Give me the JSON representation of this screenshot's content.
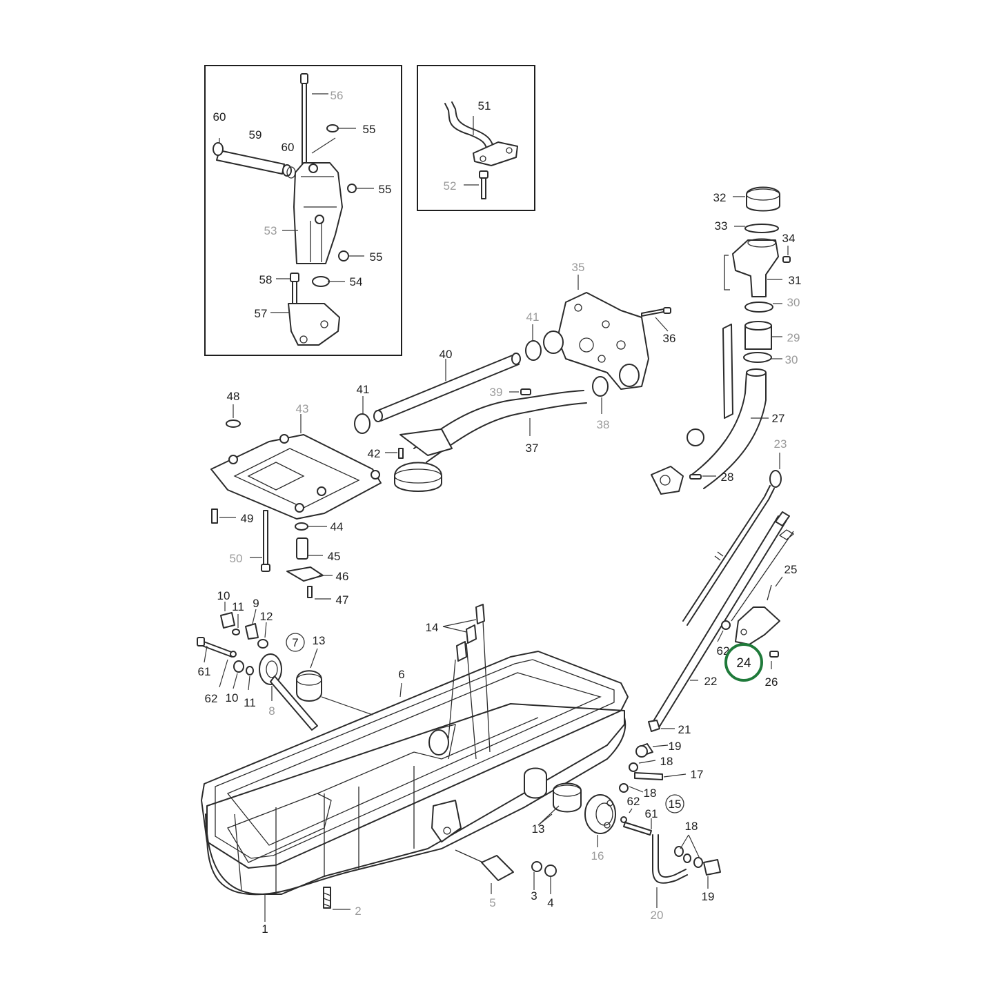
{
  "callouts": [
    {
      "id": "l56",
      "text": "56",
      "muted": true
    },
    {
      "id": "l55a",
      "text": "55",
      "muted": false
    },
    {
      "id": "l60a",
      "text": "60",
      "muted": false
    },
    {
      "id": "l59",
      "text": "59",
      "muted": false
    },
    {
      "id": "l60b",
      "text": "60",
      "muted": false
    },
    {
      "id": "l55b",
      "text": "55",
      "muted": false
    },
    {
      "id": "l53",
      "text": "53",
      "muted": true
    },
    {
      "id": "l55c",
      "text": "55",
      "muted": false
    },
    {
      "id": "l58",
      "text": "58",
      "muted": false
    },
    {
      "id": "l54",
      "text": "54",
      "muted": false
    },
    {
      "id": "l57",
      "text": "57",
      "muted": false
    },
    {
      "id": "l51",
      "text": "51",
      "muted": false
    },
    {
      "id": "l52",
      "text": "52",
      "muted": true
    },
    {
      "id": "l32",
      "text": "32",
      "muted": false
    },
    {
      "id": "l33",
      "text": "33",
      "muted": false
    },
    {
      "id": "l34",
      "text": "34",
      "muted": false
    },
    {
      "id": "l31",
      "text": "31",
      "muted": false
    },
    {
      "id": "l30a",
      "text": "30",
      "muted": true
    },
    {
      "id": "l29",
      "text": "29",
      "muted": true
    },
    {
      "id": "l30b",
      "text": "30",
      "muted": true
    },
    {
      "id": "l27",
      "text": "27",
      "muted": false
    },
    {
      "id": "l28",
      "text": "28",
      "muted": false
    },
    {
      "id": "l35",
      "text": "35",
      "muted": true
    },
    {
      "id": "l41a",
      "text": "41",
      "muted": true
    },
    {
      "id": "l36",
      "text": "36",
      "muted": false
    },
    {
      "id": "l40",
      "text": "40",
      "muted": false
    },
    {
      "id": "l39",
      "text": "39",
      "muted": true
    },
    {
      "id": "l38",
      "text": "38",
      "muted": true
    },
    {
      "id": "l37",
      "text": "37",
      "muted": false
    },
    {
      "id": "l41b",
      "text": "41",
      "muted": false
    },
    {
      "id": "l42",
      "text": "42",
      "muted": false
    },
    {
      "id": "l48",
      "text": "48",
      "muted": false
    },
    {
      "id": "l43",
      "text": "43",
      "muted": true
    },
    {
      "id": "l49",
      "text": "49",
      "muted": false
    },
    {
      "id": "l44",
      "text": "44",
      "muted": false
    },
    {
      "id": "l45",
      "text": "45",
      "muted": false
    },
    {
      "id": "l50",
      "text": "50",
      "muted": true
    },
    {
      "id": "l46",
      "text": "46",
      "muted": false
    },
    {
      "id": "l47",
      "text": "47",
      "muted": false
    },
    {
      "id": "l23",
      "text": "23",
      "muted": true
    },
    {
      "id": "l25",
      "text": "25",
      "muted": false
    },
    {
      "id": "l62a",
      "text": "62",
      "muted": false
    },
    {
      "id": "l26",
      "text": "26",
      "muted": false
    },
    {
      "id": "l22",
      "text": "22",
      "muted": false
    },
    {
      "id": "l21",
      "text": "21",
      "muted": false
    },
    {
      "id": "l19a",
      "text": "19",
      "muted": false
    },
    {
      "id": "l18a",
      "text": "18",
      "muted": false
    },
    {
      "id": "l17",
      "text": "17",
      "muted": false
    },
    {
      "id": "l18b",
      "text": "18",
      "muted": false
    },
    {
      "id": "l62b",
      "text": "62",
      "muted": false
    },
    {
      "id": "l61a",
      "text": "61",
      "muted": false
    },
    {
      "id": "l18c",
      "text": "18",
      "muted": false
    },
    {
      "id": "l16",
      "text": "16",
      "muted": true
    },
    {
      "id": "l19b",
      "text": "19",
      "muted": false
    },
    {
      "id": "l20",
      "text": "20",
      "muted": true
    },
    {
      "id": "l10a",
      "text": "10",
      "muted": false
    },
    {
      "id": "l11a",
      "text": "11",
      "muted": false
    },
    {
      "id": "l9",
      "text": "9",
      "muted": false
    },
    {
      "id": "l12",
      "text": "12",
      "muted": false
    },
    {
      "id": "l13a",
      "text": "13",
      "muted": false
    },
    {
      "id": "l14",
      "text": "14",
      "muted": false
    },
    {
      "id": "l6",
      "text": "6",
      "muted": false
    },
    {
      "id": "l61b",
      "text": "61",
      "muted": false
    },
    {
      "id": "l62c",
      "text": "62",
      "muted": false
    },
    {
      "id": "l10b",
      "text": "10",
      "muted": false
    },
    {
      "id": "l11b",
      "text": "11",
      "muted": false
    },
    {
      "id": "l8",
      "text": "8",
      "muted": true
    },
    {
      "id": "l13b",
      "text": "13",
      "muted": false
    },
    {
      "id": "l5",
      "text": "5",
      "muted": true
    },
    {
      "id": "l3",
      "text": "3",
      "muted": false
    },
    {
      "id": "l4",
      "text": "4",
      "muted": false
    },
    {
      "id": "l2",
      "text": "2",
      "muted": true
    },
    {
      "id": "l1",
      "text": "1",
      "muted": false
    }
  ],
  "circled_refs": [
    {
      "id": "r7",
      "text": "7"
    },
    {
      "id": "r15",
      "text": "15"
    }
  ],
  "highlight": {
    "text": "24",
    "ring_color": "#1f7a3a"
  },
  "colors": {
    "line": "#2b2b2b",
    "muted_label": "#9a9a9a",
    "background": "#ffffff"
  }
}
